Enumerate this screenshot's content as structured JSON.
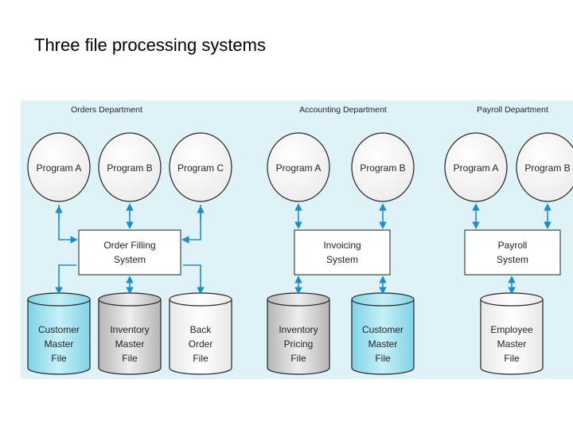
{
  "title": "Three file processing systems",
  "colors": {
    "background": "#dff2f8",
    "arrow": "#1a8fd0",
    "cyan_file": "#9fe0ef",
    "gray_file": "#cccccc",
    "white_file": "#ffffff"
  },
  "departments": [
    {
      "name": "Orders Department",
      "programs": [
        "Program A",
        "Program B",
        "Program C"
      ],
      "system": [
        "Order Filling",
        "System"
      ],
      "files": [
        {
          "lines": [
            "Customer",
            "Master",
            "File"
          ],
          "fill": "cyan_file"
        },
        {
          "lines": [
            "Inventory",
            "Master",
            "File"
          ],
          "fill": "gray_file"
        },
        {
          "lines": [
            "Back",
            "Order",
            "File"
          ],
          "fill": "white_file"
        }
      ]
    },
    {
      "name": "Accounting Department",
      "programs": [
        "Program A",
        "Program B"
      ],
      "system": [
        "Invoicing",
        "System"
      ],
      "files": [
        {
          "lines": [
            "Inventory",
            "Pricing",
            "File"
          ],
          "fill": "gray_file"
        },
        {
          "lines": [
            "Customer",
            "Master",
            "File"
          ],
          "fill": "cyan_file"
        }
      ]
    },
    {
      "name": "Payroll Department",
      "programs": [
        "Program A",
        "Program B"
      ],
      "system": [
        "Payroll",
        "System"
      ],
      "files": [
        {
          "lines": [
            "Employee",
            "Master",
            "File"
          ],
          "fill": "white_file"
        }
      ]
    }
  ]
}
